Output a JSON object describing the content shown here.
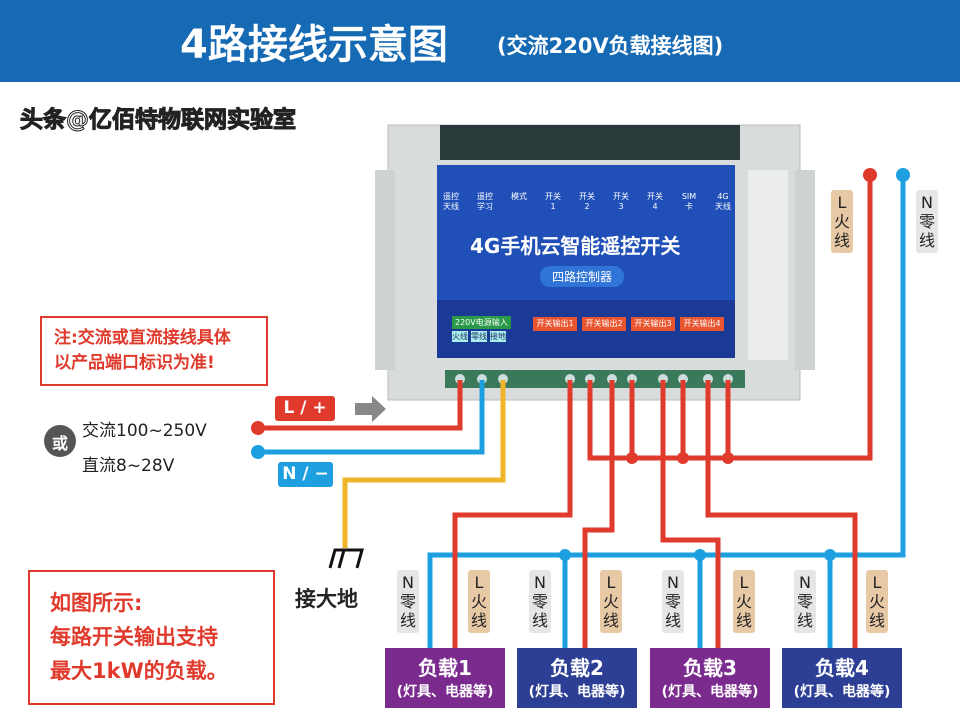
{
  "header": {
    "title": "4路接线示意图",
    "subtitle": "(交流220V负载接线图)"
  },
  "device": {
    "top_labels": [
      "遥控天线",
      "遥控学习",
      "模式",
      "开关1",
      "开关2",
      "开关3",
      "开关4",
      "SIM卡",
      "4G天线"
    ],
    "brand": "4G手机云智能遥控开关",
    "model": "四路控制器",
    "power_title": "220V电源输入",
    "power_terms": [
      "火线",
      "零线",
      "接地"
    ],
    "outputs": [
      "开关输出1",
      "开关输出2",
      "开关输出3",
      "开关输出4"
    ]
  },
  "notes": {
    "top_line1": "注:交流或直流接线具体",
    "top_line2": "以产品端口标识为准!",
    "or": "或",
    "ac": "交流100~250V",
    "dc": "直流8~28V",
    "bottom": [
      "如图所示:",
      "每路开关输出支持",
      "最大1kW的负载。"
    ]
  },
  "tags": {
    "l_plus": "L / +",
    "n_minus": "N / −",
    "ground": "接大地",
    "right_l": "L火线",
    "right_n": "N零线",
    "n": "N零线",
    "l": "L火线"
  },
  "loads": [
    {
      "name": "负载1",
      "desc": "(灯具、电器等)",
      "color": "#7b2a8e"
    },
    {
      "name": "负载2",
      "desc": "(灯具、电器等)",
      "color": "#2c3f95"
    },
    {
      "name": "负载3",
      "desc": "(灯具、电器等)",
      "color": "#7b2a8e"
    },
    {
      "name": "负载4",
      "desc": "(灯具、电器等)",
      "color": "#2c3f95"
    }
  ],
  "watermark": "头条@亿佰特物联网实验室",
  "colors": {
    "live": "#e03a2c",
    "neutral": "#1ea0e0",
    "ground": "#f0b429",
    "header": "#1669b3"
  }
}
